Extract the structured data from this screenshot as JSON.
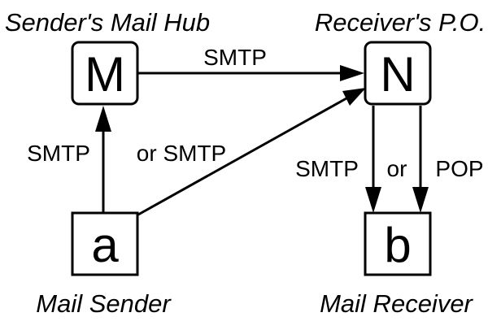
{
  "captions": {
    "hub": "Sender's Mail Hub",
    "po": "Receiver's P.O.",
    "sender": "Mail Sender",
    "receiver": "Mail Receiver"
  },
  "nodes": {
    "hub": "M",
    "po": "N",
    "sender": "a",
    "receiver": "b"
  },
  "edge_labels": {
    "hub_to_po": "SMTP",
    "sender_to_hub": "SMTP",
    "sender_to_po": "or SMTP",
    "po_to_receiver_smtp": "SMTP",
    "po_to_receiver_or": "or",
    "po_to_receiver_pop": "POP"
  },
  "colors": {
    "stroke": "#000000",
    "background": "#ffffff"
  }
}
